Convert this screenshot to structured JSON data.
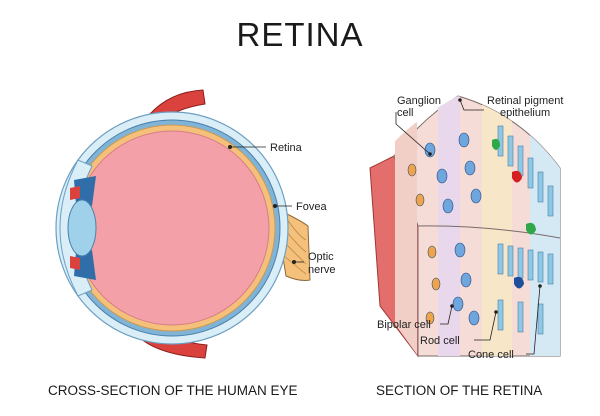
{
  "title": "RETINA",
  "left_panel": {
    "caption": "CROSS-SECTION OF THE HUMAN EYE",
    "labels": {
      "retina": "Retina",
      "fovea": "Fovea",
      "optic_nerve_line1": "Optic",
      "optic_nerve_line2": "nerve"
    }
  },
  "right_panel": {
    "caption": "SECTION OF THE RETINA",
    "labels": {
      "ganglion_line1": "Ganglion",
      "ganglion_line2": "cell",
      "rpe_line1": "Retinal pigment",
      "rpe_line2": "epithelium",
      "bipolar": "Bipolar cell",
      "rod": "Rod cell",
      "cone": "Cone cell"
    }
  },
  "colors": {
    "vitreous": "#f4a0a8",
    "sclera": "#d9eef7",
    "choroid_blue": "#7fb4d8",
    "retina_orange": "#f5c07a",
    "muscle_red": "#d9423d",
    "lens": "#9fd2ea",
    "rod_blue": "#8fc8e4",
    "cell_blue": "#6fa6dd",
    "pigment_green": "#2fa84a",
    "pigment_red": "#d42020",
    "pigment_navy": "#1f4f9a"
  }
}
